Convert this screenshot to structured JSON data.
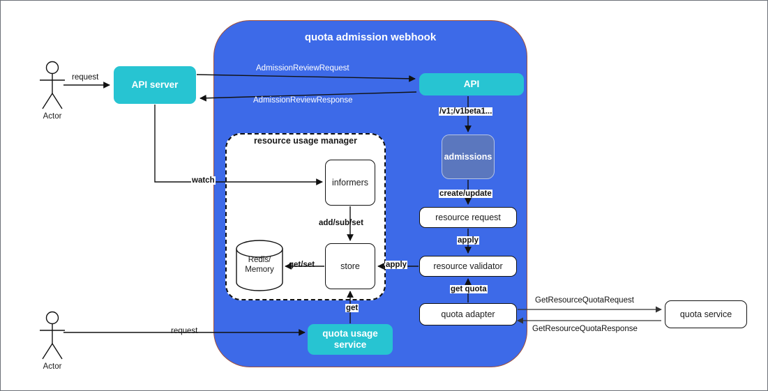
{
  "diagram": {
    "title": "quota admission webhook",
    "subsystem_title": "resource usage manager"
  },
  "actors": {
    "top": {
      "label": "Actor"
    },
    "bottom": {
      "label": "Actor"
    }
  },
  "nodes": {
    "api_server": "API server",
    "api": "API",
    "admissions": "admissions",
    "resource_request": "resource request",
    "resource_validator": "resource validator",
    "quota_adapter": "quota adapter",
    "quota_service": "quota service",
    "quota_usage_service": "quota usage\nservice",
    "quota_usage_service_line1": "quota usage",
    "quota_usage_service_line2": "service",
    "informers": "informers",
    "store": "store",
    "redis_line1": "Redis/",
    "redis_line2": "Memory"
  },
  "edges": {
    "actor_request_top": "request",
    "actor_request_bottom": "request",
    "admission_review_request": "AdmissionReviewRequest",
    "admission_review_response": "AdmissionReviewResponse",
    "api_versions": "/v1;/v1beta1...",
    "create_update": "create/update",
    "apply_vertical": "apply",
    "apply_horizontal": "apply",
    "get_quota": "get quota",
    "watch": "watch",
    "add_sub_set": "add/sub/set",
    "get_set": "get/set",
    "get": "get",
    "get_resource_quota_request": "GetResourceQuotaRequest",
    "get_resource_quota_response": "GetResourceQuotaResponse"
  },
  "colors": {
    "webhook_fill": "#3d6ae8",
    "webhook_border": "#a0503c",
    "teal": "#27c4d2",
    "admissions_fill": "#5b77be",
    "box_stroke": "#111111",
    "canvas_border": "#6b6f76"
  }
}
